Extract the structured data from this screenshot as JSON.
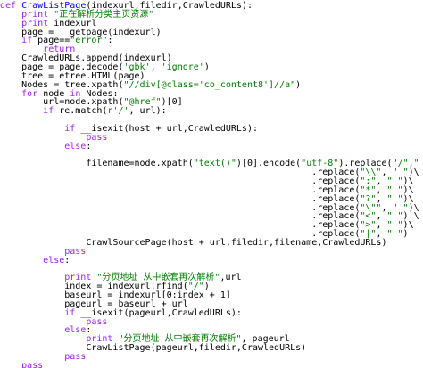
{
  "colors": {
    "background": "#ffffff",
    "keyword": "#a020f0",
    "string": "#008000",
    "def_name": "#0000ff",
    "text": "#000000"
  },
  "lines": [
    [
      {
        "t": "kw",
        "v": "def "
      },
      {
        "t": "name",
        "v": "CrawListPage"
      },
      {
        "t": "txt",
        "v": "(indexurl,filedir,CrawledURLs):"
      }
    ],
    [
      {
        "t": "txt",
        "v": "    "
      },
      {
        "t": "kw",
        "v": "print "
      },
      {
        "t": "str",
        "v": "\"正在解析分类主页资源\""
      }
    ],
    [
      {
        "t": "txt",
        "v": "    "
      },
      {
        "t": "kw",
        "v": "print "
      },
      {
        "t": "txt",
        "v": "indexurl"
      }
    ],
    [
      {
        "t": "txt",
        "v": "    page = __getpage(indexurl)"
      }
    ],
    [
      {
        "t": "txt",
        "v": "    "
      },
      {
        "t": "kw",
        "v": "if "
      },
      {
        "t": "txt",
        "v": "page=="
      },
      {
        "t": "str",
        "v": "\"error\""
      },
      {
        "t": "txt",
        "v": ":"
      }
    ],
    [
      {
        "t": "txt",
        "v": "        "
      },
      {
        "t": "kw",
        "v": "return"
      }
    ],
    [
      {
        "t": "txt",
        "v": "    CrawledURLs.append(indexurl)"
      }
    ],
    [
      {
        "t": "txt",
        "v": "    page = page.decode("
      },
      {
        "t": "str",
        "v": "'gbk'"
      },
      {
        "t": "txt",
        "v": ", "
      },
      {
        "t": "str",
        "v": "'ignore'"
      },
      {
        "t": "txt",
        "v": ")"
      }
    ],
    [
      {
        "t": "txt",
        "v": "    tree = etree.HTML(page)"
      }
    ],
    [
      {
        "t": "txt",
        "v": "    Nodes = tree.xpath("
      },
      {
        "t": "str",
        "v": "\"//div[@class='co_content8']//a\""
      },
      {
        "t": "txt",
        "v": ")"
      }
    ],
    [
      {
        "t": "txt",
        "v": "    "
      },
      {
        "t": "kw",
        "v": "for "
      },
      {
        "t": "txt",
        "v": "node "
      },
      {
        "t": "kw",
        "v": "in "
      },
      {
        "t": "txt",
        "v": "Nodes:"
      }
    ],
    [
      {
        "t": "txt",
        "v": "        url=node.xpath("
      },
      {
        "t": "str",
        "v": "\"@href\""
      },
      {
        "t": "txt",
        "v": ")[0]"
      }
    ],
    [
      {
        "t": "txt",
        "v": "        "
      },
      {
        "t": "kw",
        "v": "if "
      },
      {
        "t": "txt",
        "v": "re.match("
      },
      {
        "t": "str",
        "v": "r'/'"
      },
      {
        "t": "txt",
        "v": ", url):"
      }
    ],
    [
      {
        "t": "txt",
        "v": ""
      }
    ],
    [
      {
        "t": "txt",
        "v": "            "
      },
      {
        "t": "kw",
        "v": "if "
      },
      {
        "t": "txt",
        "v": "__isexit(host + url,CrawledURLs):"
      }
    ],
    [
      {
        "t": "txt",
        "v": "                "
      },
      {
        "t": "kw",
        "v": "pass"
      }
    ],
    [
      {
        "t": "txt",
        "v": "            "
      },
      {
        "t": "kw",
        "v": "else"
      },
      {
        "t": "txt",
        "v": ":"
      }
    ],
    [
      {
        "t": "txt",
        "v": ""
      }
    ],
    [
      {
        "t": "txt",
        "v": "                filename=node.xpath("
      },
      {
        "t": "str",
        "v": "\"text()\""
      },
      {
        "t": "txt",
        "v": ")[0].encode("
      },
      {
        "t": "str",
        "v": "\"utf-8\""
      },
      {
        "t": "txt",
        "v": ").replace("
      },
      {
        "t": "str",
        "v": "\"/\""
      },
      {
        "t": "txt",
        "v": ","
      },
      {
        "t": "str",
        "v": "\" \""
      },
      {
        "t": "txt",
        "v": ")\\"
      }
    ],
    [
      {
        "t": "txt",
        "v": "                                                          .replace("
      },
      {
        "t": "str",
        "v": "\"\\\\\""
      },
      {
        "t": "txt",
        "v": ", "
      },
      {
        "t": "str",
        "v": "\" \""
      },
      {
        "t": "txt",
        "v": ")\\"
      }
    ],
    [
      {
        "t": "txt",
        "v": "                                                          .replace("
      },
      {
        "t": "str",
        "v": "\":\""
      },
      {
        "t": "txt",
        "v": ", "
      },
      {
        "t": "str",
        "v": "\" \""
      },
      {
        "t": "txt",
        "v": ")\\"
      }
    ],
    [
      {
        "t": "txt",
        "v": "                                                          .replace("
      },
      {
        "t": "str",
        "v": "\"*\""
      },
      {
        "t": "txt",
        "v": ", "
      },
      {
        "t": "str",
        "v": "\" \""
      },
      {
        "t": "txt",
        "v": ")\\"
      }
    ],
    [
      {
        "t": "txt",
        "v": "                                                          .replace("
      },
      {
        "t": "str",
        "v": "\"?\""
      },
      {
        "t": "txt",
        "v": ", "
      },
      {
        "t": "str",
        "v": "\" \""
      },
      {
        "t": "txt",
        "v": ")\\"
      }
    ],
    [
      {
        "t": "txt",
        "v": "                                                          .replace("
      },
      {
        "t": "str",
        "v": "\"\\\"\""
      },
      {
        "t": "txt",
        "v": ", "
      },
      {
        "t": "str",
        "v": "\" \""
      },
      {
        "t": "txt",
        "v": ")\\"
      }
    ],
    [
      {
        "t": "txt",
        "v": "                                                          .replace("
      },
      {
        "t": "str",
        "v": "\"<\""
      },
      {
        "t": "txt",
        "v": ", "
      },
      {
        "t": "str",
        "v": "\" \""
      },
      {
        "t": "txt",
        "v": ") \\"
      }
    ],
    [
      {
        "t": "txt",
        "v": "                                                          .replace("
      },
      {
        "t": "str",
        "v": "\">\""
      },
      {
        "t": "txt",
        "v": ", "
      },
      {
        "t": "str",
        "v": "\" \""
      },
      {
        "t": "txt",
        "v": ")\\"
      }
    ],
    [
      {
        "t": "txt",
        "v": "                                                          .replace("
      },
      {
        "t": "str",
        "v": "\"|\""
      },
      {
        "t": "txt",
        "v": ", "
      },
      {
        "t": "str",
        "v": "\" \""
      },
      {
        "t": "txt",
        "v": ")"
      }
    ],
    [
      {
        "t": "txt",
        "v": "                CrawlSourcePage(host + url,filedir,filename,CrawledURLs)"
      }
    ],
    [
      {
        "t": "txt",
        "v": "            "
      },
      {
        "t": "kw",
        "v": "pass"
      }
    ],
    [
      {
        "t": "txt",
        "v": "        "
      },
      {
        "t": "kw",
        "v": "else"
      },
      {
        "t": "txt",
        "v": ":"
      }
    ],
    [
      {
        "t": "txt",
        "v": ""
      }
    ],
    [
      {
        "t": "txt",
        "v": "            "
      },
      {
        "t": "kw",
        "v": "print "
      },
      {
        "t": "str",
        "v": "\"分页地址 从中嵌套再次解析\""
      },
      {
        "t": "txt",
        "v": ",url"
      }
    ],
    [
      {
        "t": "txt",
        "v": "            index = indexurl.rfind("
      },
      {
        "t": "str",
        "v": "\"/\""
      },
      {
        "t": "txt",
        "v": ")"
      }
    ],
    [
      {
        "t": "txt",
        "v": "            baseurl = indexurl[0:index + 1]"
      }
    ],
    [
      {
        "t": "txt",
        "v": "            pageurl = baseurl + url"
      }
    ],
    [
      {
        "t": "txt",
        "v": "            "
      },
      {
        "t": "kw",
        "v": "if "
      },
      {
        "t": "txt",
        "v": "__isexit(pageurl,CrawledURLs):"
      }
    ],
    [
      {
        "t": "txt",
        "v": "                "
      },
      {
        "t": "kw",
        "v": "pass"
      }
    ],
    [
      {
        "t": "txt",
        "v": "            "
      },
      {
        "t": "kw",
        "v": "else"
      },
      {
        "t": "txt",
        "v": ":"
      }
    ],
    [
      {
        "t": "txt",
        "v": "                "
      },
      {
        "t": "kw",
        "v": "print "
      },
      {
        "t": "str",
        "v": "\"分页地址 从中嵌套再次解析\""
      },
      {
        "t": "txt",
        "v": ", pageurl"
      }
    ],
    [
      {
        "t": "txt",
        "v": "                CrawListPage(pageurl,filedir,CrawledURLs)"
      }
    ],
    [
      {
        "t": "txt",
        "v": "            "
      },
      {
        "t": "kw",
        "v": "pass"
      }
    ],
    [
      {
        "t": "kw",
        "v": "    pass"
      }
    ]
  ]
}
